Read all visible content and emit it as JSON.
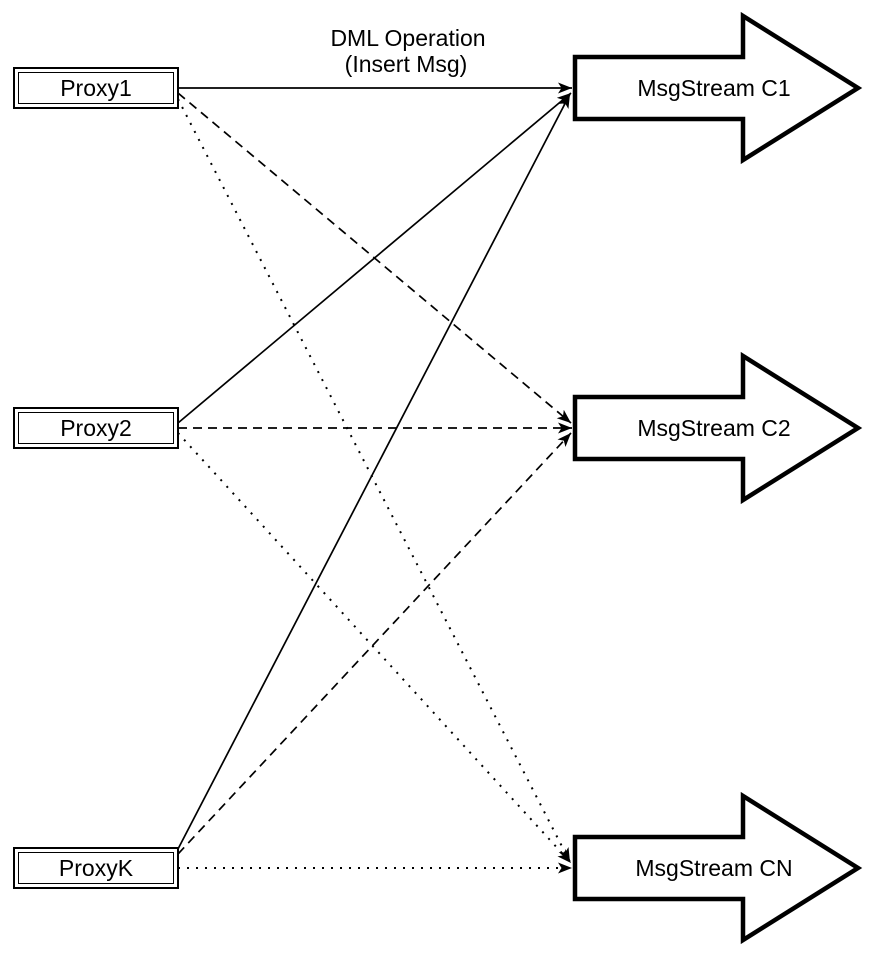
{
  "diagram": {
    "type": "flow-diagram",
    "annotation": {
      "line1": "DML Operation",
      "line2": "(Insert Msg)"
    },
    "proxies": [
      {
        "id": "proxy1",
        "label": "Proxy1"
      },
      {
        "id": "proxy2",
        "label": "Proxy2"
      },
      {
        "id": "proxyk",
        "label": "ProxyK"
      }
    ],
    "streams": [
      {
        "id": "msgstream-c1",
        "label": "MsgStream C1"
      },
      {
        "id": "msgstream-c2",
        "label": "MsgStream C2"
      },
      {
        "id": "msgstream-cn",
        "label": "MsgStream CN"
      }
    ],
    "connections": [
      {
        "from": "Proxy1",
        "to": "MsgStream C1",
        "style": "solid"
      },
      {
        "from": "Proxy1",
        "to": "MsgStream C2",
        "style": "dashed"
      },
      {
        "from": "Proxy1",
        "to": "MsgStream CN",
        "style": "dotted"
      },
      {
        "from": "Proxy2",
        "to": "MsgStream C1",
        "style": "solid"
      },
      {
        "from": "Proxy2",
        "to": "MsgStream C2",
        "style": "dashed"
      },
      {
        "from": "Proxy2",
        "to": "MsgStream CN",
        "style": "dotted"
      },
      {
        "from": "ProxyK",
        "to": "MsgStream C1",
        "style": "solid"
      },
      {
        "from": "ProxyK",
        "to": "MsgStream C2",
        "style": "dashed"
      },
      {
        "from": "ProxyK",
        "to": "MsgStream CN",
        "style": "dotted"
      }
    ],
    "colors": {
      "stroke": "#000000",
      "fill": "#ffffff",
      "background": "#ffffff"
    }
  }
}
